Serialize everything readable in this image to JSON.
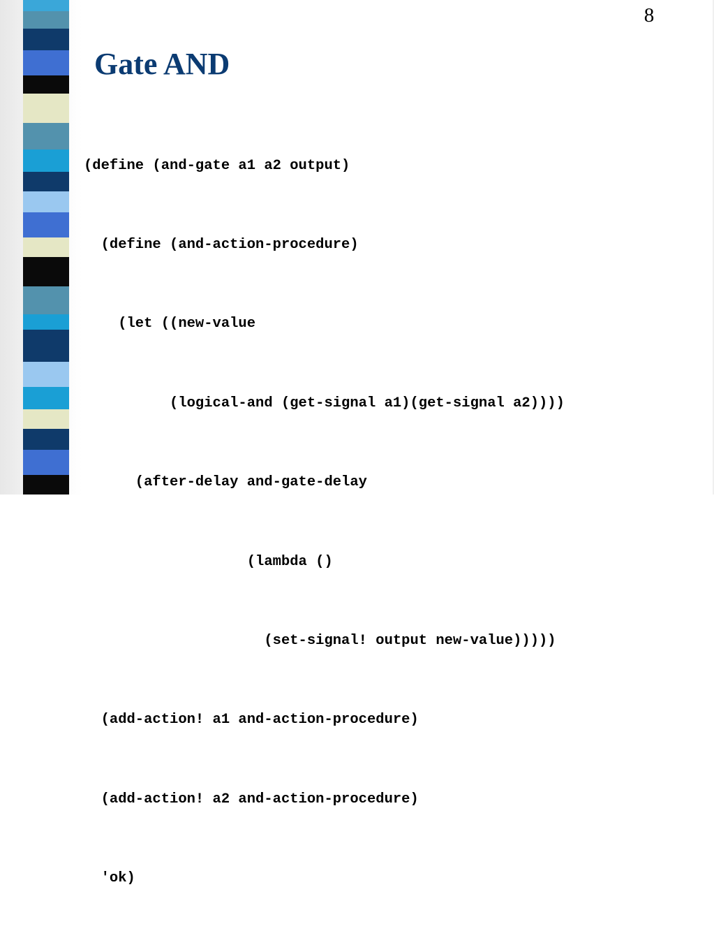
{
  "slide": {
    "page_number": "8",
    "title": "Gate AND",
    "code_lines": [
      "(define (and-gate a1 a2 output)",
      "  (define (and-action-procedure)",
      "    (let ((new-value",
      "          (logical-and (get-signal a1)(get-signal a2))))",
      "      (after-delay and-gate-delay",
      "                   (lambda ()",
      "                     (set-signal! output new-value)))))",
      "  (add-action! a1 and-action-procedure)",
      "  (add-action! a2 and-action-procedure)",
      "  'ok)"
    ]
  },
  "colors": {
    "title": "#0b3b72",
    "text": "#000000",
    "background": "#ffffff",
    "stripe_palette": [
      "#3aa7d9",
      "#5392ad",
      "#0f3a6a",
      "#3f6fd2",
      "#0a0a0a",
      "#e5e7c5",
      "#9ac8f0",
      "#1e5b8f"
    ]
  }
}
